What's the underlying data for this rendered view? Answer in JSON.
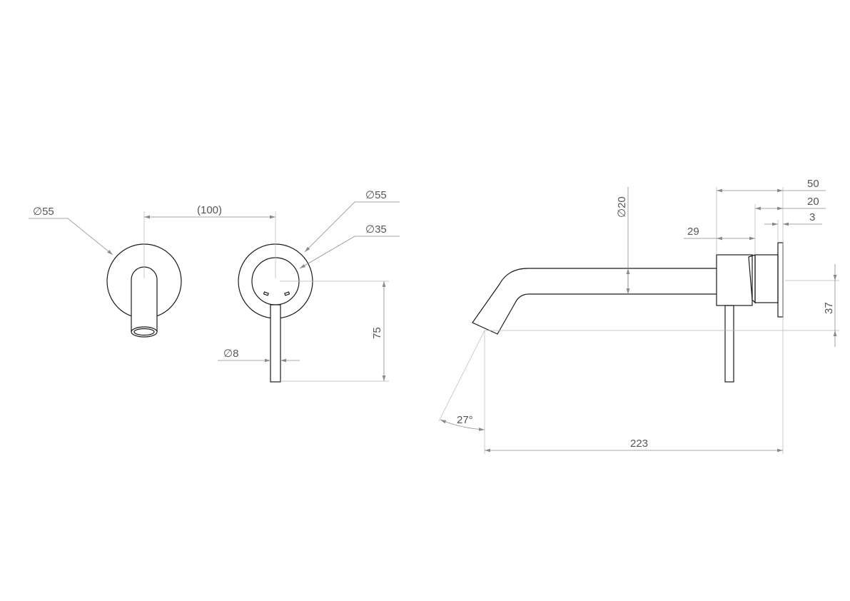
{
  "front_view": {
    "spout_plate_diameter": "∅55",
    "center_distance": "(100)",
    "mixer_plate_diameter": "∅55",
    "mixer_body_diameter": "∅35",
    "handle_diameter": "∅8",
    "handle_length": "75"
  },
  "side_view": {
    "spout_diameter": "∅20",
    "overall_depth": "50",
    "body_depth": "20",
    "plate_thickness": "3",
    "handle_offset": "29",
    "outlet_height": "37",
    "spout_angle": "27°",
    "spout_reach": "223"
  }
}
